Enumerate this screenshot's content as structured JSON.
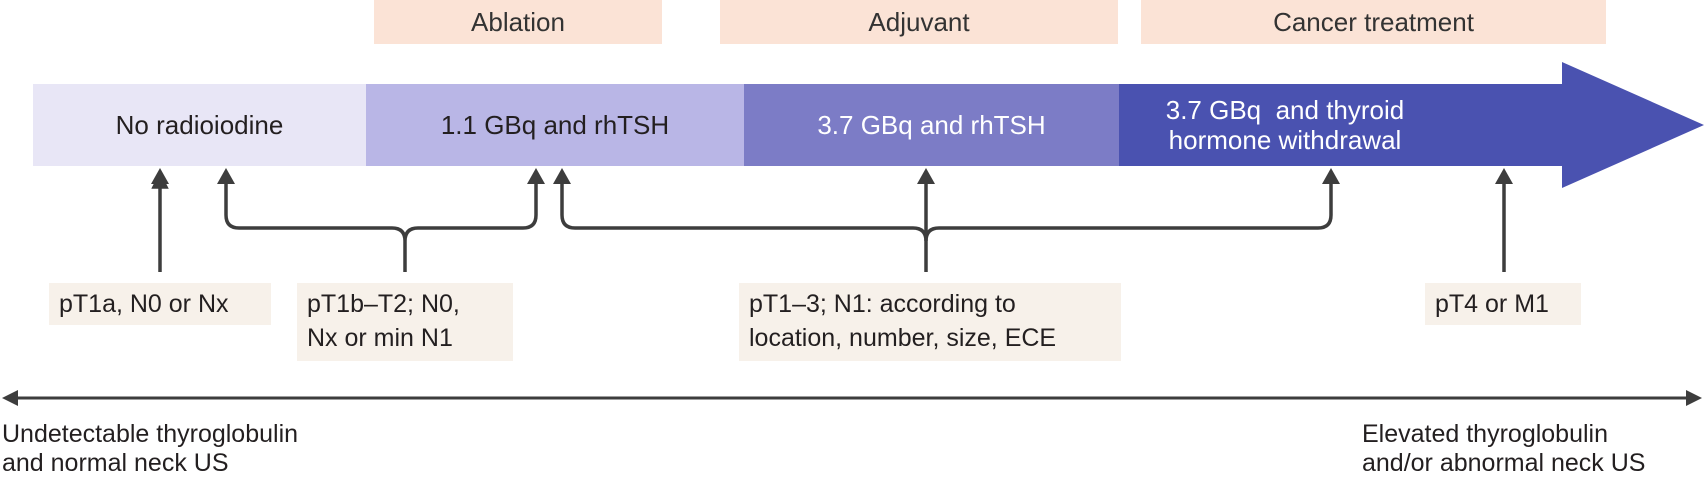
{
  "phases": {
    "ablation": "Ablation",
    "adjuvant": "Adjuvant",
    "cancer_treatment": "Cancer treatment"
  },
  "bands": {
    "none": "No radioiodine",
    "low": "1.1 GBq and rhTSH",
    "mid": "3.7 GBq and rhTSH",
    "high_line1": "3.7 GBq  and thyroid",
    "high_line2": "hormone withdrawal"
  },
  "criteria": {
    "c1": "pT1a, N0 or Nx",
    "c2_line1": "pT1b–T2; N0,",
    "c2_line2": "Nx or min N1",
    "c3_line1": "pT1–3; N1: according to",
    "c3_line2": "location, number, size, ECE",
    "c4": "pT4 or M1"
  },
  "scale": {
    "left_line1": "Undetectable thyroglobulin",
    "left_line2": "and normal neck US",
    "right_line1": "Elevated thyroglobulin",
    "right_line2": "and/or abnormal neck US"
  },
  "colors": {
    "band_none": "#e8e6f6",
    "band_low": "#b9b6e6",
    "band_mid": "#7c7cc6",
    "band_high": "#4a52b0",
    "phase_bg": "#fbe3d6",
    "criteria_bg": "#f7f1ea",
    "arrow": "#3d3d3d"
  }
}
